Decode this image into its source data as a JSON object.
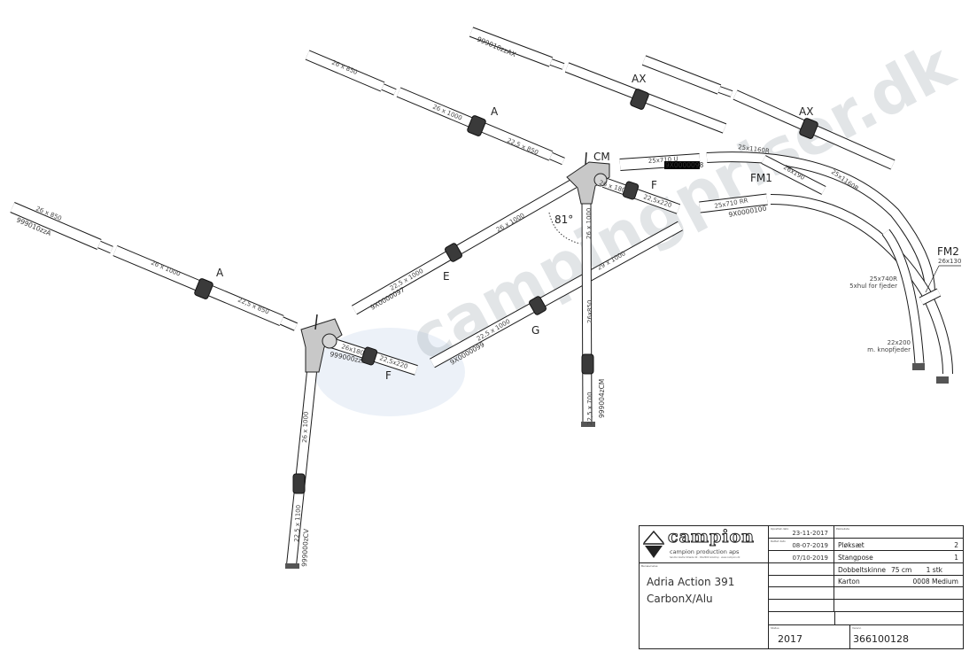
{
  "watermark": "campingpriser.dk",
  "parts": {
    "A_left": {
      "label": "A",
      "code": "999010zzA",
      "dims": [
        "26 x 850",
        "26 x 1000",
        "22,5 x 850"
      ]
    },
    "A_top": {
      "label": "A",
      "dims": [
        "26 x 850",
        "26 x 1000",
        "22,5 x 850"
      ]
    },
    "AX_1": {
      "label": "AX",
      "code": "999010zzAX"
    },
    "AX_2": {
      "label": "AX"
    },
    "CM": {
      "label": "CM",
      "code": "999004zCM",
      "dims": [
        "26 x 1000",
        "26x850",
        "22,5 x 700"
      ]
    },
    "E": {
      "label": "E",
      "code": "9X0000097",
      "dims": [
        "26 x 1000",
        "22,5 x 1000"
      ]
    },
    "F_left": {
      "label": "F",
      "code": "999000zzF",
      "dims": [
        "26x180",
        "22,5x220"
      ]
    },
    "F_right": {
      "label": "F",
      "dims": [
        "26 x 180",
        "22,5x220"
      ]
    },
    "G": {
      "label": "G",
      "code": "9X0000099",
      "dims": [
        "29 x 1000",
        "22,5 x 1000"
      ]
    },
    "CV": {
      "code": "999000zCV",
      "dims": [
        "26 x 1000",
        "22,5 x 1100"
      ]
    },
    "front_upper": {
      "dims": [
        "25x710 U",
        "25x1160R",
        "25x1160R"
      ],
      "code": "9X0000098"
    },
    "FM1": {
      "label": "FM1",
      "dims": [
        "26x190",
        "25x710 RR"
      ],
      "code": "9X0000100"
    },
    "FM2": {
      "label": "FM2",
      "dims": [
        "26x130"
      ]
    },
    "leg_note": {
      "line1": "25x740R",
      "line2": "5xhul for fjeder"
    },
    "foot_note": {
      "line1": "22x200",
      "line2": "m. knopfjeder"
    },
    "angle": "81°"
  },
  "title_block": {
    "logo_name": "campion",
    "company": "campion production aps",
    "company_small": "Søndre Vestre Stræde 40 · DK-2600 Glostrup · www.campion.dk",
    "labels": {
      "created": "Oprettet dato",
      "revised": "Rettet dato",
      "contents": "Pakkeliste",
      "name": "Benævnelse",
      "status": "Status",
      "item_no": "Varenr."
    },
    "dates": [
      "23-11-2017",
      "08-07-2019",
      "07/10-2019"
    ],
    "product_line1": "Adria Action 391",
    "product_line2": "CarbonX/Alu",
    "items": [
      {
        "name": "Pløksæt",
        "extra": "",
        "qty": "2"
      },
      {
        "name": "Stangpose",
        "extra": "",
        "qty": "1"
      },
      {
        "name": "Dobbeltskinne",
        "extra": "75 cm",
        "qty": "1 stk"
      },
      {
        "name": "Karton",
        "extra": "",
        "qty": "0008 Medium"
      }
    ],
    "status": "2017",
    "item_no": "366100128"
  }
}
